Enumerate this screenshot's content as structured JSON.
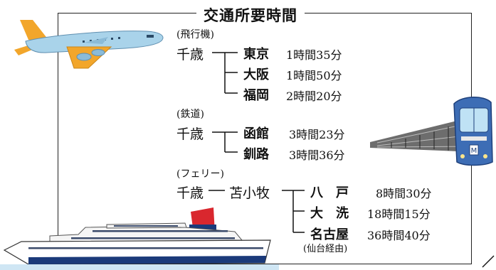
{
  "title": "交通所要時間",
  "sections": {
    "air": {
      "category": "(飛行機)",
      "origin": "千歳",
      "routes": [
        {
          "dest": "東京",
          "time": "1時間35分"
        },
        {
          "dest": "大阪",
          "time": "1時間50分"
        },
        {
          "dest": "福岡",
          "time": "2時間20分"
        }
      ]
    },
    "rail": {
      "category": "(鉄道)",
      "origin": "千歳",
      "routes": [
        {
          "dest": "函館",
          "time": "3時間23分"
        },
        {
          "dest": "釧路",
          "time": "3時間36分"
        }
      ]
    },
    "ferry": {
      "category": "(フェリー)",
      "origin": "千歳",
      "port": "苫小牧",
      "routes": [
        {
          "dest": "八　戸",
          "time": "8時間30分"
        },
        {
          "dest": "大　洗",
          "time": "18時間15分"
        },
        {
          "dest": "名古屋",
          "time": "36時間40分",
          "note": "(仙台経由)"
        }
      ]
    }
  },
  "icons": [
    "airplane-icon",
    "train-icon",
    "ferry-ship-icon"
  ],
  "colors": {
    "plane_body": "#a9d3ea",
    "plane_accent": "#f2a62b",
    "train_blue": "#3d6db5",
    "ship_funnel": "#d9272e",
    "ship_navy": "#1b3a7a",
    "sea": "#cfe6f4"
  }
}
